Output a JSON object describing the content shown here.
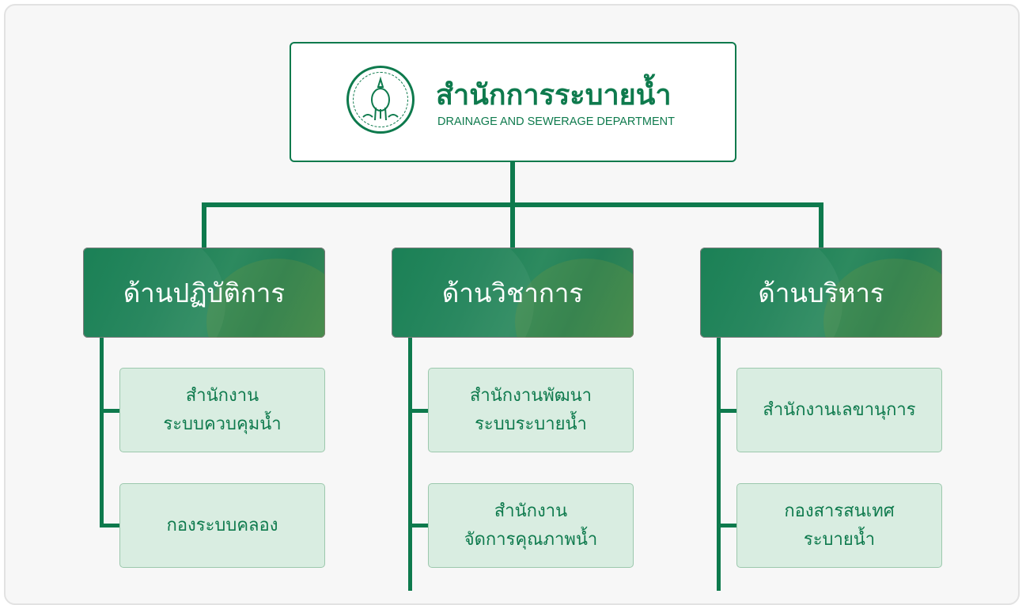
{
  "department": {
    "name_th": "สำนักการระบายน้ำ",
    "name_en": "DRAINAGE AND SEWERAGE DEPARTMENT",
    "logo": "bangkok-city-seal"
  },
  "divisions": [
    {
      "title": "ด้านปฏิบัติการ",
      "units": [
        "สำนักงาน\nระบบควบคุมน้ำ",
        "กองระบบคลอง"
      ]
    },
    {
      "title": "ด้านวิชาการ",
      "units": [
        "สำนักงานพัฒนา\nระบบระบายน้ำ",
        "สำนักงาน\nจัดการคุณภาพน้ำ"
      ]
    },
    {
      "title": "ด้านบริหาร",
      "units": [
        "สำนักงานเลขานุการ",
        "กองสารสนเทศ\nระบายน้ำ"
      ]
    }
  ],
  "colors": {
    "primary": "#0e7a4d",
    "unit_bg": "#d9ede1"
  }
}
